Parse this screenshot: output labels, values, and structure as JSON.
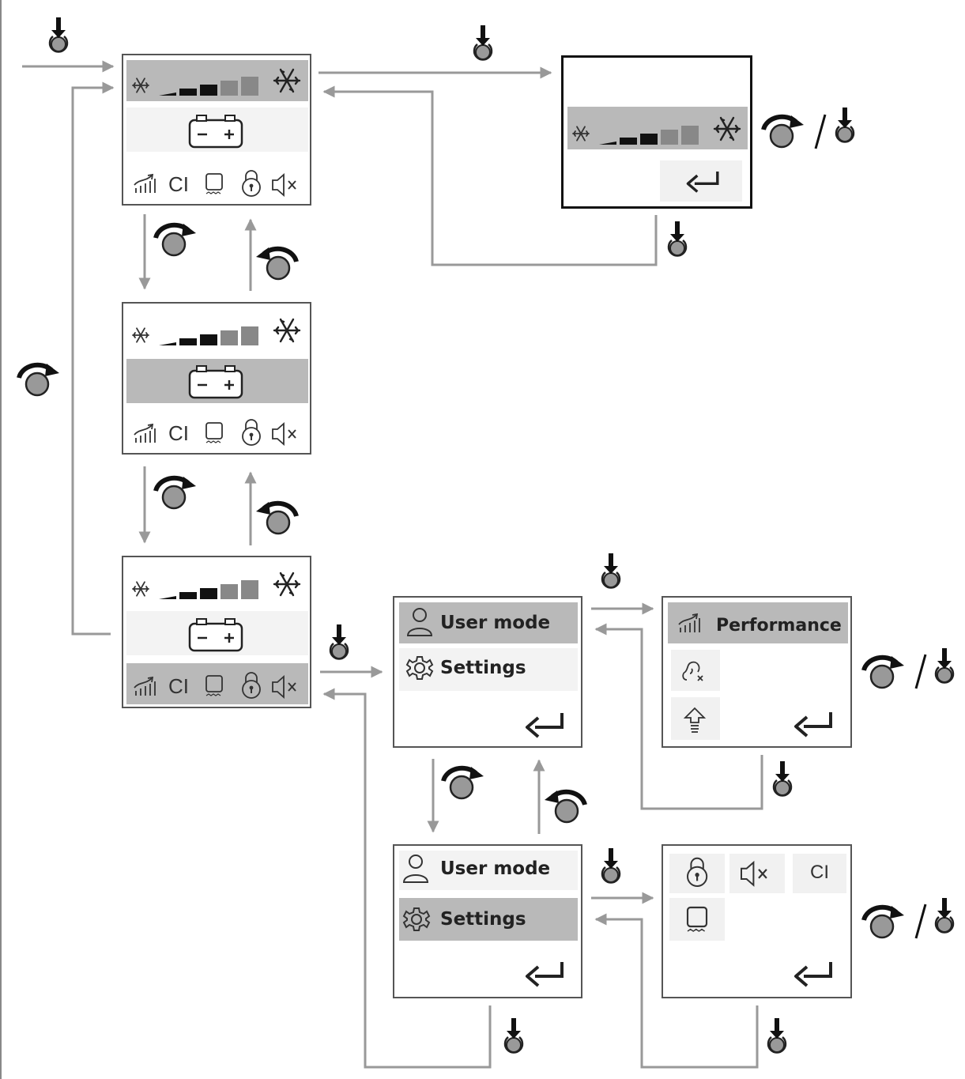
{
  "menu": {
    "user_mode": "User mode",
    "settings": "Settings",
    "performance": "Performance",
    "ci": "CI"
  },
  "colors": {
    "highlight": "#b9b9b9",
    "light_row": "#f3f3f3",
    "arrow": "#9a9a9a",
    "frame": "#555555"
  },
  "icons": [
    "snowflake-icon",
    "signal-bars-icon",
    "battery-icon",
    "performance-icon",
    "ci-label",
    "display-icon",
    "lock-icon",
    "mute-icon",
    "user-icon",
    "gear-icon",
    "return-icon",
    "ear-icon",
    "upload-icon",
    "knob-rotate-right-icon",
    "knob-rotate-left-icon",
    "knob-press-icon"
  ]
}
